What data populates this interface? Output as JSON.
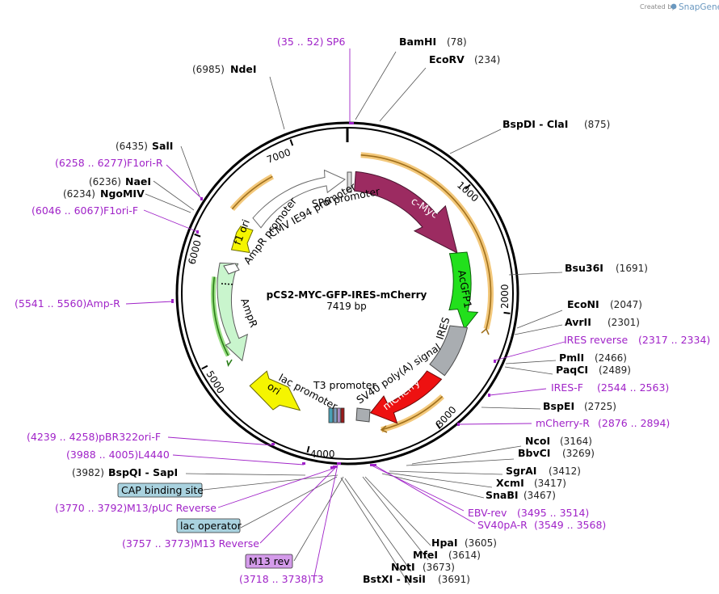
{
  "header": {
    "credit_prefix": "Created by",
    "brand": "SnapGene"
  },
  "plasmid": {
    "name": "pCS2-MYC-GFP-IRES-mCherry",
    "size_label": "7419 bp",
    "length": 7419
  },
  "tick_labels": [
    "1000",
    "2000",
    "3000",
    "4000",
    "5000",
    "6000",
    "7000"
  ],
  "restriction_sites": [
    {
      "name": "BamHI",
      "pos": "(78)"
    },
    {
      "name": "EcoRV",
      "pos": "(234)"
    },
    {
      "name": "BspDI  - ClaI",
      "pos": "(875)"
    },
    {
      "name": "Bsu36I",
      "pos": "(1691)"
    },
    {
      "name": "EcoNI",
      "pos": "(2047)"
    },
    {
      "name": "AvrII",
      "pos": "(2301)"
    },
    {
      "name": "PmlI",
      "pos": "(2466)"
    },
    {
      "name": "PaqCI",
      "pos": "(2489)"
    },
    {
      "name": "BspEI",
      "pos": "(2725)"
    },
    {
      "name": "NcoI",
      "pos": "(3164)"
    },
    {
      "name": "BbvCI",
      "pos": "(3269)"
    },
    {
      "name": "SgrAI",
      "pos": "(3412)"
    },
    {
      "name": "XcmI",
      "pos": "(3417)"
    },
    {
      "name": "SnaBI",
      "pos": "(3467)"
    },
    {
      "name": "HpaI",
      "pos": "(3605)"
    },
    {
      "name": "MfeI",
      "pos": "(3614)"
    },
    {
      "name": "NotI",
      "pos": "(3673)"
    },
    {
      "name": "BstXI  - NsiI",
      "pos": "(3691)"
    },
    {
      "name": "BspQI  - SapI",
      "pos": "(3982)"
    },
    {
      "name": "NgoMIV",
      "pos": "(6234)"
    },
    {
      "name": "NaeI",
      "pos": "(6236)"
    },
    {
      "name": "SalI",
      "pos": "(6435)"
    },
    {
      "name": "NdeI",
      "pos": "(6985)"
    }
  ],
  "primers": [
    {
      "name": "SP6",
      "range": "(35 .. 52)"
    },
    {
      "name": "IRES reverse",
      "range": "(2317 .. 2334)"
    },
    {
      "name": "IRES-F",
      "range": "(2544 .. 2563)"
    },
    {
      "name": "mCherry-R",
      "range": "(2876 .. 2894)"
    },
    {
      "name": "EBV-rev",
      "range": "(3495 .. 3514)"
    },
    {
      "name": "SV40pA-R",
      "range": "(3549 .. 3568)"
    },
    {
      "name": "T3",
      "range": "(3718 .. 3738)"
    },
    {
      "name": "M13 Reverse",
      "range": "(3757 .. 3773)"
    },
    {
      "name": "M13/pUC Reverse",
      "range": "(3770 .. 3792)"
    },
    {
      "name": "L4440",
      "range": "(3988 .. 4005)"
    },
    {
      "name": "pBR322ori-F",
      "range": "(4239 .. 4258)"
    },
    {
      "name": "Amp-R",
      "range": "(5541 .. 5560)"
    },
    {
      "name": "F1ori-F",
      "range": "(6046 .. 6067)"
    },
    {
      "name": "F1ori-R",
      "range": "(6258 .. 6277)"
    }
  ],
  "boxed_features": [
    "CAP binding site",
    "lac operator",
    "M13 rev"
  ],
  "features": [
    "c-Myc",
    "AcGFP1",
    "IRES",
    "mCherry",
    "ori",
    "AmpR",
    "f1 ori"
  ],
  "inner_labels": [
    "SP6 promoter",
    "CMV IE94 promoter",
    "AmpR promoter",
    "T3 promoter",
    "lac promoter",
    "SV40 poly(A) signal"
  ],
  "colors": {
    "cmyc": "#9c2b61",
    "acgfp1": "#22e01c",
    "ires": "#a9adb1",
    "mcherry": "#ee1111",
    "ori": "#f5f500",
    "ampr": "#c9f5cd",
    "f1ori": "#f5f500",
    "primer": "#a023c8",
    "cap_box": "#a9d2df",
    "m13_box": "#d49bea"
  }
}
